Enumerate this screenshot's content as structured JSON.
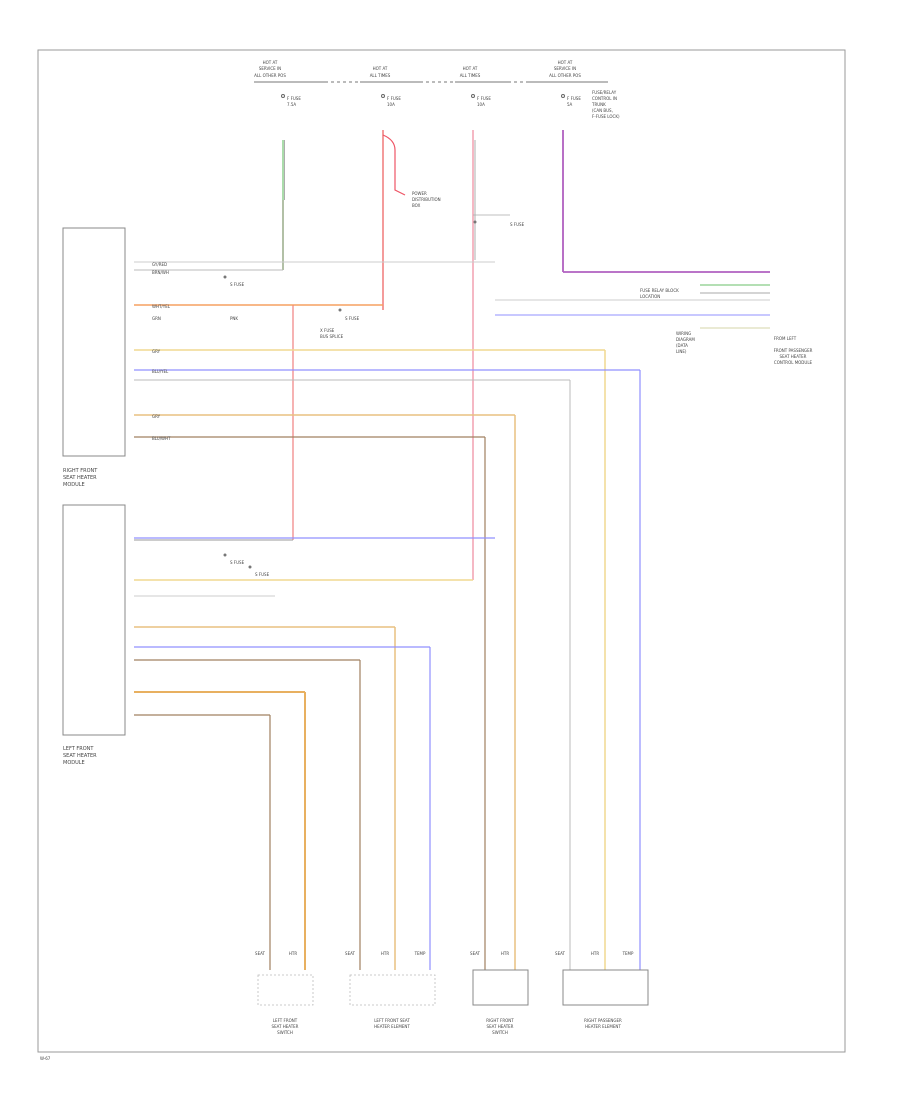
{
  "diagram": {
    "page_id": "W-67",
    "top_labels": [
      {
        "id": "fuse-block-a",
        "lines": [
          "HOT AT",
          "SERVICE IN",
          "ALL OTHER POS"
        ]
      },
      {
        "id": "fuse-block-b",
        "lines": [
          "HOT AT",
          "ALL TIMES"
        ]
      },
      {
        "id": "fuse-block-c",
        "lines": [
          "HOT AT",
          "ALL TIMES"
        ]
      },
      {
        "id": "fuse-block-d",
        "lines": [
          "HOT AT",
          "SERVICE IN",
          "ALL OTHER POS"
        ]
      }
    ],
    "fuses": [
      {
        "id": "f1",
        "lines": [
          "F FUSE",
          "7.5A"
        ]
      },
      {
        "id": "f2",
        "lines": [
          "F FUSE",
          "10A"
        ]
      },
      {
        "id": "f3",
        "lines": [
          "F FUSE",
          "10A"
        ]
      },
      {
        "id": "f4",
        "lines": [
          "F FUSE",
          "5A"
        ]
      }
    ],
    "fuse_note": [
      "FUSE/RELAY",
      "CONTROL IN",
      "TRUNK",
      "(CAN BUS,",
      "F-FUSE LOCK)"
    ],
    "splices": [
      {
        "id": "s1",
        "text": "S FUSE"
      },
      {
        "id": "s2",
        "text": "S FUSE"
      },
      {
        "id": "s3",
        "text": "S FUSE"
      },
      {
        "id": "s4",
        "text": "S FUSE"
      },
      {
        "id": "s5",
        "text": "S FUSE"
      }
    ],
    "ground_notes": [
      {
        "id": "g1",
        "lines": [
          "POWER",
          "DISTRIBUTION",
          "BOX"
        ]
      },
      {
        "id": "g2",
        "lines": [
          "X FUSE",
          "BUS SPLICE"
        ]
      }
    ],
    "modules": [
      {
        "id": "right-front",
        "lines": [
          "RIGHT FRONT",
          "SEAT HEATER",
          "MODULE"
        ]
      },
      {
        "id": "left-front",
        "lines": [
          "LEFT FRONT",
          "SEAT HEATER",
          "MODULE"
        ]
      }
    ],
    "right_connector_labels": [
      {
        "id": "rc-1",
        "lines": [
          "FUSE RELAY BLOCK",
          "LOCATION"
        ]
      },
      {
        "id": "rc-2",
        "lines": [
          "WIRING",
          "DIAGRAM",
          "(DATA",
          "LINE)"
        ]
      }
    ],
    "right_module": {
      "code": "FROM LEFT",
      "lines": [
        "FRONT PASSENGER",
        "SEAT HEATER",
        "CONTROL MODULE"
      ]
    },
    "switches": [
      {
        "id": "sw1",
        "lines": [
          "LEFT FRONT",
          "SEAT HEATER",
          "SWITCH"
        ]
      },
      {
        "id": "sw2",
        "lines": [
          "LEFT FRONT SEAT",
          "HEATER ELEMENT"
        ]
      },
      {
        "id": "sw3",
        "lines": [
          "RIGHT FRONT",
          "SEAT HEATER",
          "SWITCH"
        ]
      },
      {
        "id": "sw4",
        "lines": [
          "RIGHT PASSENGER",
          "HEATER ELEMENT"
        ]
      }
    ],
    "pin_labels": [
      "SEAT",
      "HTR",
      "TEMP"
    ],
    "wire_codes": {
      "row1a": "GY/RED",
      "row1b": "BRN/WH",
      "row2a": "WHT/YEL",
      "row2b": "GRN",
      "row2c": "PNK",
      "row3": "GRY",
      "row4": "BLU/YEL",
      "row5": "GRY",
      "row6": "BLU/WHT"
    }
  }
}
